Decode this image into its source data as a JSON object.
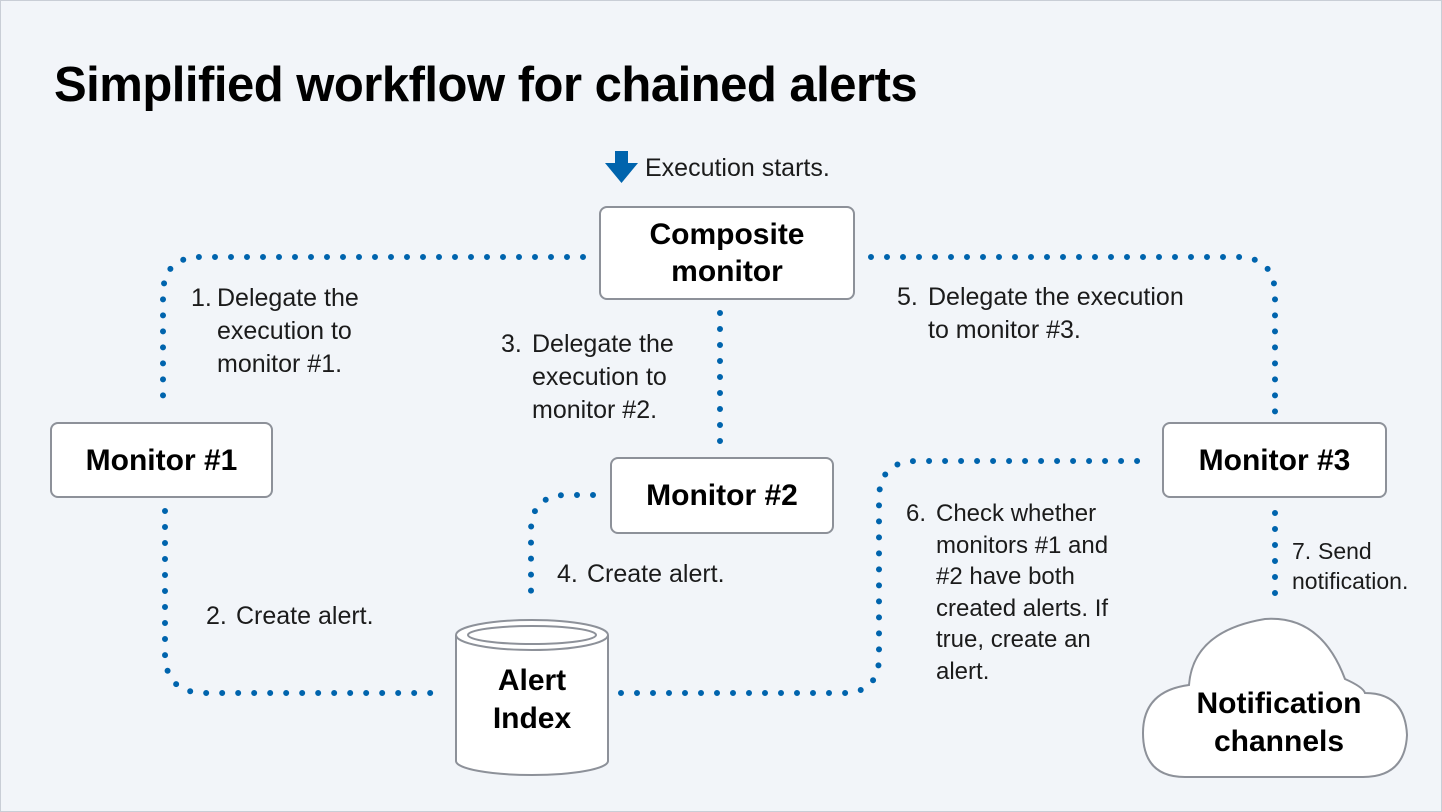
{
  "title": "Simplified workflow for chained alerts",
  "start_label": "Execution starts.",
  "nodes": {
    "composite_line1": "Composite",
    "composite_line2": "monitor",
    "monitor1": "Monitor #1",
    "monitor2": "Monitor #2",
    "monitor3": "Monitor #3",
    "alert_index_line1": "Alert",
    "alert_index_line2": "Index",
    "notification_line1": "Notification",
    "notification_line2": "channels"
  },
  "steps": {
    "s1": {
      "num": "1.",
      "lines": [
        "Delegate the",
        "execution to",
        "monitor #1."
      ]
    },
    "s2": {
      "num": "2.",
      "text": "Create alert."
    },
    "s3": {
      "num": "3.",
      "lines": [
        "Delegate the",
        "execution to",
        "monitor #2."
      ]
    },
    "s4": {
      "num": "4.",
      "text": "Create alert."
    },
    "s5": {
      "num": "5.",
      "lines": [
        "Delegate the execution",
        "to monitor #3."
      ]
    },
    "s6": {
      "num": "6.",
      "lines": [
        "Check whether",
        "monitors #1 and",
        "#2 have both",
        "created alerts. If",
        "true, create an",
        "alert."
      ]
    },
    "s7": {
      "num": "7.",
      "lines": [
        "Send",
        "notification."
      ]
    }
  },
  "colors": {
    "background": "#f2f5f9",
    "accent": "#0064ad",
    "box_border": "#8d9199"
  }
}
